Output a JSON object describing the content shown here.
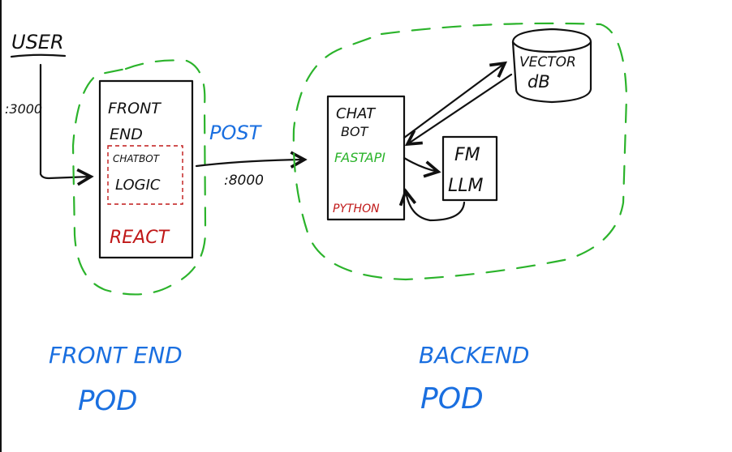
{
  "user": {
    "label": "USER",
    "port": ":3000"
  },
  "frontend_box": {
    "title_line1": "FRONT",
    "title_line2": "END",
    "inner_line1": "CHATBOT",
    "inner_line2": "LOGIC",
    "tech": "REACT"
  },
  "post_call": {
    "label": "POST",
    "port": ":8000"
  },
  "chatbot_box": {
    "title_line1": "CHAT",
    "title_line2": "BOT",
    "framework": "FASTAPI",
    "language": "PYTHON"
  },
  "vector_db": {
    "line1": "VECTOR",
    "line2": "dB"
  },
  "llm_box": {
    "line1": "FM",
    "line2": "LLM"
  },
  "pods": {
    "frontend_line1": "FRONT END",
    "frontend_line2": "POD",
    "backend_line1": "BACKEND",
    "backend_line2": "POD"
  },
  "colors": {
    "ink": "#111111",
    "blue": "#1a6fe0",
    "green": "#2bb32b",
    "red": "#c01818"
  }
}
